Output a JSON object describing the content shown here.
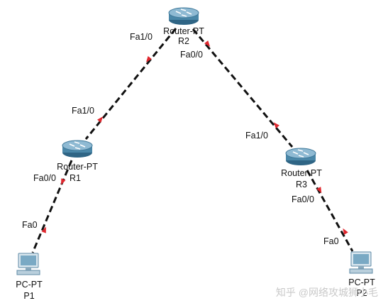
{
  "diagram": {
    "devices": [
      {
        "id": "R2",
        "type_label": "Router-PT",
        "name": "R2",
        "kind": "router"
      },
      {
        "id": "R1",
        "type_label": "Router-PT",
        "name": "R1",
        "kind": "router"
      },
      {
        "id": "R3",
        "type_label": "Router-PT",
        "name": "R3",
        "kind": "router"
      },
      {
        "id": "P1",
        "type_label": "PC-PT",
        "name": "P1",
        "kind": "pc"
      },
      {
        "id": "P2",
        "type_label": "PC-PT",
        "name": "P2",
        "kind": "pc"
      }
    ],
    "links": [
      {
        "from": "R2",
        "to": "R1",
        "from_port": "Fa1/0",
        "to_port": "Fa1/0"
      },
      {
        "from": "R2",
        "to": "R3",
        "from_port": "Fa0/0",
        "to_port": "Fa1/0"
      },
      {
        "from": "R1",
        "to": "P1",
        "from_port": "Fa0/0",
        "to_port": "Fa0"
      },
      {
        "from": "R3",
        "to": "P2",
        "from_port": "Fa0/0",
        "to_port": "Fa0"
      }
    ],
    "link_style": "dashed",
    "link_color": "#111111",
    "port_marker_color": "#e0282f",
    "router_color": "#4a87a8",
    "pc_color": "#7aa9c4"
  },
  "watermark": "知乎 @网络攻城狮小毛"
}
